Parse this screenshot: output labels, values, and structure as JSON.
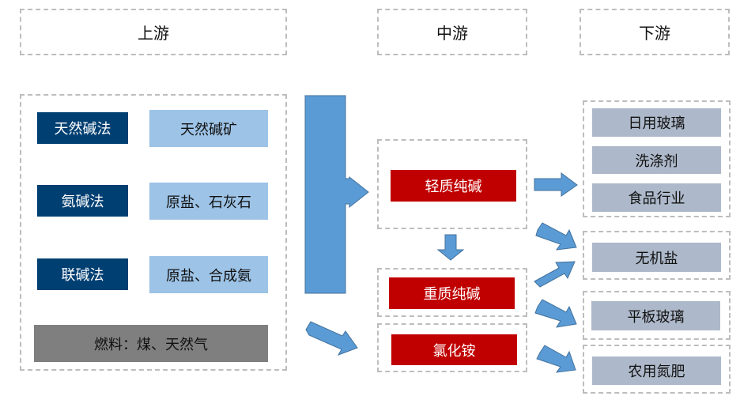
{
  "headers": {
    "upstream": "上游",
    "midstream": "中游",
    "downstream": "下游"
  },
  "upstream": {
    "methods": [
      {
        "method": "天然碱法",
        "material": "天然碱矿"
      },
      {
        "method": "氨碱法",
        "material": "原盐、石灰石"
      },
      {
        "method": "联碱法",
        "material": "原盐、合成氨"
      }
    ],
    "fuel": "燃料：煤、天然气"
  },
  "midstream": {
    "light_soda": "轻质纯碱",
    "dense_soda": "重质纯碱",
    "ammonium_chloride": "氯化铵"
  },
  "downstream": {
    "light_group": [
      "日用玻璃",
      "洗涤剂",
      "食品行业"
    ],
    "inorganic_salt": "无机盐",
    "flat_glass": "平板玻璃",
    "nitrogen_fertilizer": "农用氮肥"
  },
  "colors": {
    "method_box": "#003f72",
    "material_box": "#9dc3e6",
    "fuel_box": "#7f7f7f",
    "product_box": "#c00000",
    "downstream_box": "#adb9ca",
    "arrow": "#5b9bd5",
    "dashed_border": "#bdbdbd"
  }
}
